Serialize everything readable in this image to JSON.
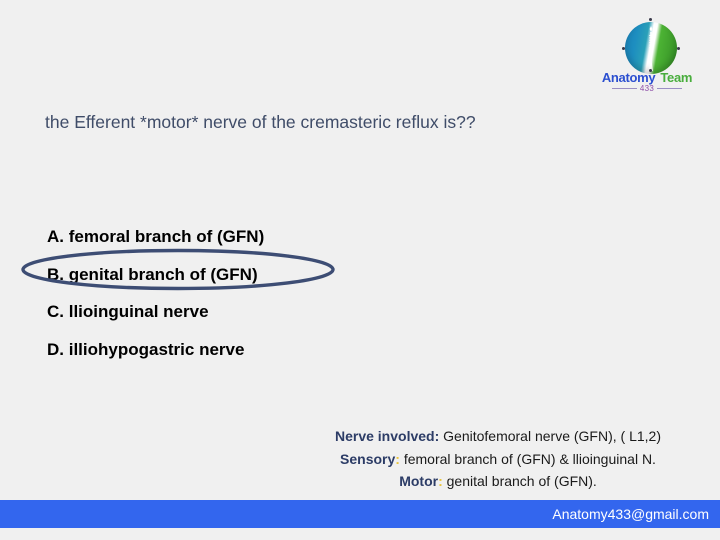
{
  "slide": {
    "background_color": "#f0f0f0"
  },
  "logo": {
    "name_part1": "Anatomy",
    "name_part2": "Team",
    "number": "433",
    "emblem_colors": {
      "left": "#1a7fb5",
      "right": "#48ad3c"
    },
    "wordmark_colors": {
      "anatomy": "#2b4fd0",
      "team": "#48ad3c",
      "number": "#8e4fa8"
    }
  },
  "question": {
    "text": "the Efferent *motor* nerve of the cremasteric reflux is??",
    "color": "#3f4c68"
  },
  "options": [
    {
      "label": "A. femoral branch of (GFN)",
      "circled": false
    },
    {
      "label": "B. genital branch of (GFN)",
      "circled": true
    },
    {
      "label": "C. llioinguinal nerve",
      "circled": false
    },
    {
      "label": "D. illiohypogastric nerve",
      "circled": false
    }
  ],
  "annotation": {
    "type": "ellipse-highlight",
    "target_option": "B. genital branch of (GFN)",
    "color": "#3d4d74"
  },
  "explanation": {
    "line1_label": "Nerve involved:",
    "line1_text": " Genitofemoral nerve (GFN), ( L1,2)",
    "line2_label": "Sensory",
    "line2_colon": ":",
    "line2_text": " femoral branch of (GFN) & llioinguinal N.",
    "line3_label": "Motor",
    "line3_colon": ":",
    "line3_text": " genital branch of (GFN).",
    "label_color": "#2c3c66",
    "colon_color": "#e8c33a"
  },
  "footer": {
    "email": "Anatomy433@gmail.com",
    "bar_color": "#3366ee",
    "text_color": "#ffffff"
  }
}
